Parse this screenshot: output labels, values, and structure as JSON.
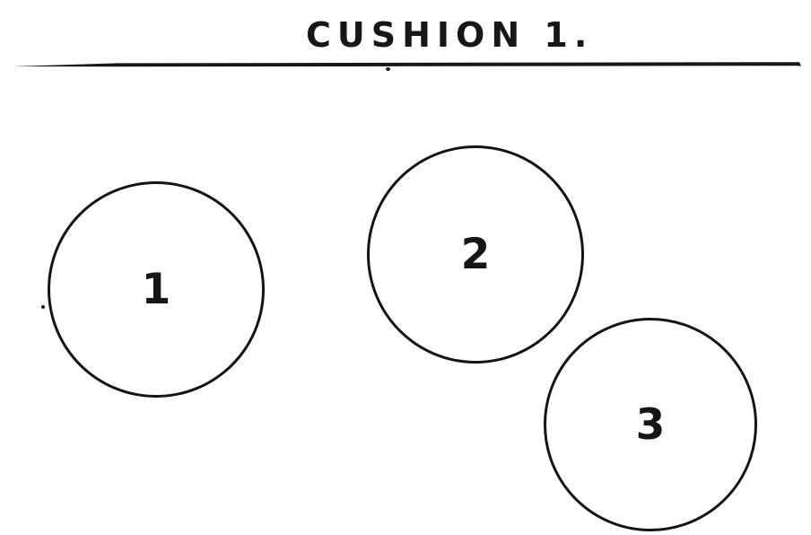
{
  "page": {
    "title": "CUSHION 1."
  },
  "balls": [
    {
      "label": "1"
    },
    {
      "label": "2"
    },
    {
      "label": "3"
    }
  ],
  "colors": {
    "ink": "#171717",
    "paper": "#ffffff"
  }
}
